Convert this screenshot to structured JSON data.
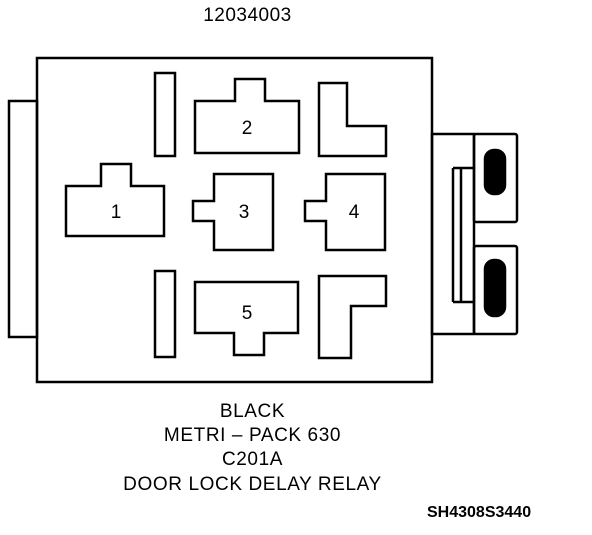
{
  "part_number": "12034003",
  "terminals": [
    {
      "id": "terminal-1",
      "label": "1"
    },
    {
      "id": "terminal-2",
      "label": "2"
    },
    {
      "id": "terminal-3",
      "label": "3"
    },
    {
      "id": "terminal-4",
      "label": "4"
    },
    {
      "id": "terminal-5",
      "label": "5"
    }
  ],
  "caption": {
    "color": "BLACK",
    "series": "METRI – PACK 630",
    "connector_id": "C201A",
    "component": "DOOR LOCK DELAY RELAY"
  },
  "reference_code": "SH4308S3440",
  "colors": {
    "line": "#000000",
    "background": "#ffffff"
  }
}
